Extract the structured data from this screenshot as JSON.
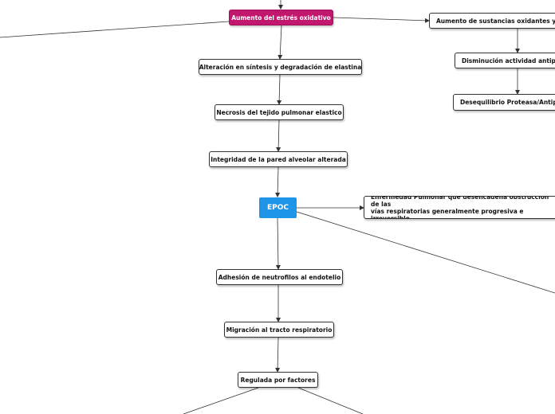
{
  "nodes": {
    "estres": "Aumento del estrés oxidativo",
    "sustancias": "Aumento de sustancias oxidantes y ra",
    "disminucion": "Disminución actividad antipro",
    "desequilibrio": "Desequilibrio Proteasa/Antipro",
    "elastina": "Alteración en síntesis y degradación de elastina",
    "necrosis": "Necrosis del tejido pulmonar elastico",
    "integridad": "Integridad de la pared alveolar alterada",
    "epoc": "EPOC",
    "definicion_line1": "Enfermedad Pulmonar que desencadena obstrucción de las",
    "definicion_line2": "vías respiratorias generalmente progresiva e irreversible.",
    "adhesion": "Adhesión de neutrofilos al endotelio",
    "migracion": "Migración al tracto respiratorio",
    "regulada": "Regulada por factores"
  },
  "colors": {
    "main_topic": "#c2176e",
    "central_topic": "#1e95e6",
    "connector": "#333333"
  }
}
